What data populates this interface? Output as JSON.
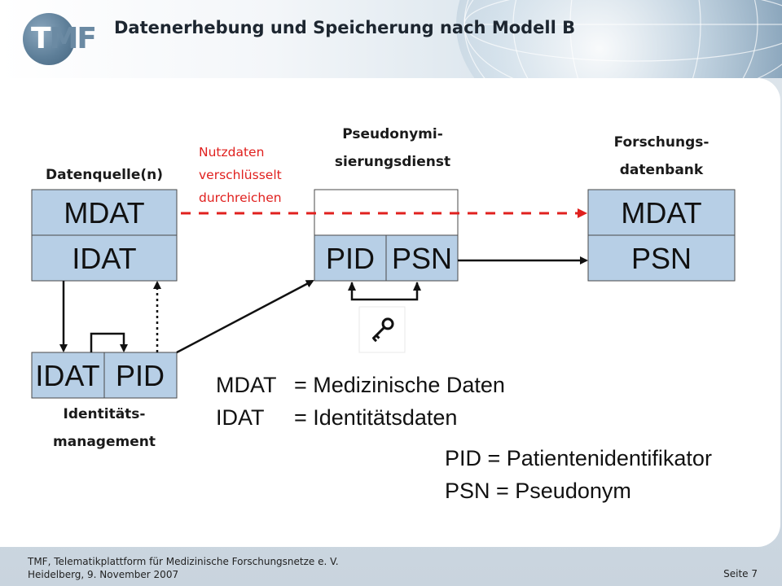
{
  "header": {
    "title": "Datenerhebung und Speicherung nach Modell B",
    "logo": {
      "letters": "TMF",
      "first": "T",
      "rest": "MF"
    }
  },
  "labels": {
    "datenquelle": "Datenquelle(n)",
    "pseudo_line1": "Pseudonymi-",
    "pseudo_line2": "sierungsdienst",
    "forschung_line1": "Forschungs-",
    "forschung_line2": "datenbank",
    "identitaet_line1": "Identitäts-",
    "identitaet_line2": "management",
    "nutzdaten_line1": "Nutzdaten",
    "nutzdaten_line2": "verschlüsselt",
    "nutzdaten_line3": "durchreichen"
  },
  "boxes": {
    "source_top": "MDAT",
    "source_bottom": "IDAT",
    "pseudo_left": "PID",
    "pseudo_right": "PSN",
    "research_top": "MDAT",
    "research_bottom": "PSN",
    "identity_left": "IDAT",
    "identity_right": "PID"
  },
  "legend": {
    "mdat_key": "MDAT",
    "mdat_value": "= Medizinische Daten",
    "idat_key": "IDAT",
    "idat_value": "= Identitätsdaten",
    "pid": "PID = Patientenidentifikator",
    "psn": "PSN = Pseudonym"
  },
  "icons": {
    "key": "key-icon"
  },
  "colors": {
    "box_fill": "#b7cfe6",
    "box_border": "#4a4a4a",
    "dashed_arrow": "#e0201e",
    "red_text": "#e0201e"
  },
  "footer": {
    "line1": "TMF, Telematikplattform für Medizinische Forschungsnetze e. V.",
    "line2": "Heidelberg, 9. November 2007",
    "page": "Seite 7"
  }
}
